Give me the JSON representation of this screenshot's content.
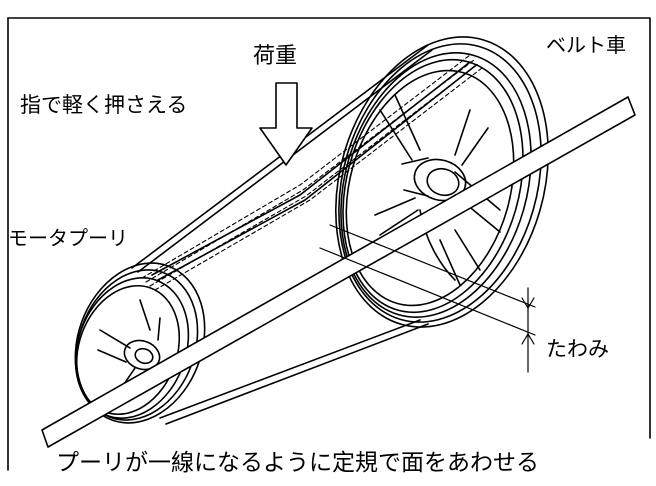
{
  "labels": {
    "load": "荷重",
    "press": "指で軽く押さえる",
    "belt_wheel": "ベルト車",
    "motor_pulley": "モータプーリ",
    "deflection": "たわみ",
    "instruction": "プーリが一線になるように定規で面をあわせる"
  },
  "colors": {
    "line": "#000000",
    "background": "#ffffff"
  }
}
